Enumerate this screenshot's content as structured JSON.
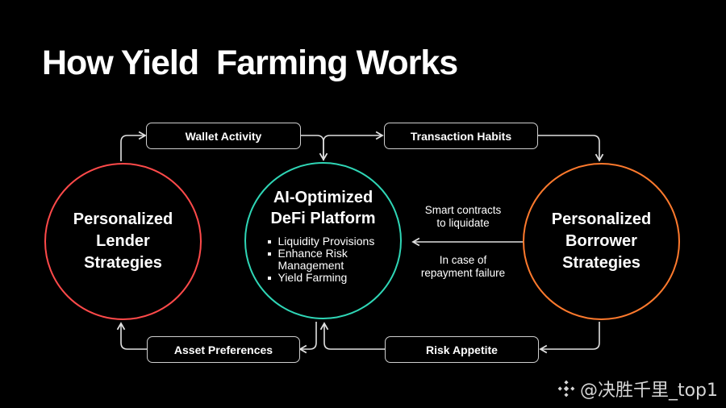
{
  "title": "How Yield  Farming Works",
  "left_circle": {
    "label": "Personalized\nLender\nStrategies",
    "color": "#ff4a4a"
  },
  "center_circle": {
    "title": "AI-Optimized\nDeFi Platform",
    "items": [
      "Liquidity Provisions",
      "Enhance Risk Management",
      "Yield Farming"
    ],
    "color": "#2fd6b6"
  },
  "right_circle": {
    "label": "Personalized\nBorrower\nStrategies",
    "color": "#ff7a2d"
  },
  "pills": {
    "wallet_activity": "Wallet Activity",
    "transaction_habits": "Transaction Habits",
    "asset_preferences": "Asset Preferences",
    "risk_appetite": "Risk Appetite"
  },
  "notes": {
    "upper": "Smart contracts\nto liquidate",
    "lower": "In case of\nrepayment failure"
  },
  "watermark": {
    "text": "@决胜千里_top1",
    "icon": "diamond-logo-icon"
  }
}
